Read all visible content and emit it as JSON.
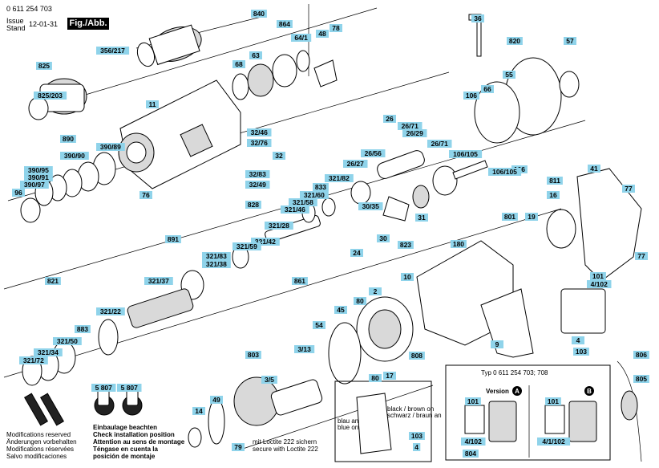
{
  "header": {
    "part_number": "0 611 254 703",
    "issue_label": "Issue",
    "stand_label": "Stand",
    "issue_date": "12-01-31",
    "figure_label": "Fig./Abb. 1"
  },
  "callouts": [
    "840",
    "864",
    "64/1",
    "48",
    "78",
    "36",
    "820",
    "57",
    "356/217",
    "68",
    "63",
    "55",
    "825",
    "66",
    "825/203",
    "11",
    "106",
    "32/46",
    "32/76",
    "26",
    "26/71",
    "26/29",
    "26/71",
    "106/105",
    "890",
    "390/89",
    "26/56",
    "26/27",
    "32",
    "390/90",
    "390/95",
    "390/91",
    "390/97",
    "96",
    "76",
    "32/83",
    "32/49",
    "321/82",
    "833",
    "321/60",
    "321/58",
    "321/46",
    "106",
    "106/105",
    "41",
    "77",
    "811",
    "828",
    "891",
    "321/28",
    "30/35",
    "31",
    "321/42",
    "16",
    "19",
    "801",
    "321/59",
    "321/83",
    "321/38",
    "823",
    "180",
    "30",
    "24",
    "77",
    "821",
    "321/37",
    "861",
    "10",
    "2",
    "101",
    "4/102",
    "321/22",
    "883",
    "321/50",
    "321/34",
    "321/72",
    "45",
    "80",
    "54",
    "9",
    "4",
    "103",
    "808",
    "3/13",
    "803",
    "3/5",
    "17",
    "80",
    "806",
    "805",
    "49",
    "14",
    "79",
    "5 807",
    "5 807"
  ],
  "notes": {
    "modifications": [
      "Modifications reserved",
      "Änderungen vorbehalten",
      "Modifications réservées",
      "Salvo modificaciones"
    ],
    "install_position": [
      "Einbaulage beachten",
      "Check installation position",
      "Attention au sens de montage",
      "Téngase en cuenta la",
      "posición de montaje"
    ],
    "loctite": [
      "mit Loctite 222 sichern",
      "secure with Loctite 222"
    ],
    "wire_left": [
      "blau an",
      "blue on"
    ],
    "wire_right": [
      "black / brown on",
      "schwarz / braun an"
    ],
    "callout_103": "103",
    "callout_4": "4"
  },
  "inset": {
    "title": "Typ 0 611 254 703; 708",
    "version_label": "Version",
    "version_a": "A",
    "version_b": "B",
    "labels": [
      "101",
      "101",
      "804",
      "4/102",
      "4/1/102"
    ]
  }
}
